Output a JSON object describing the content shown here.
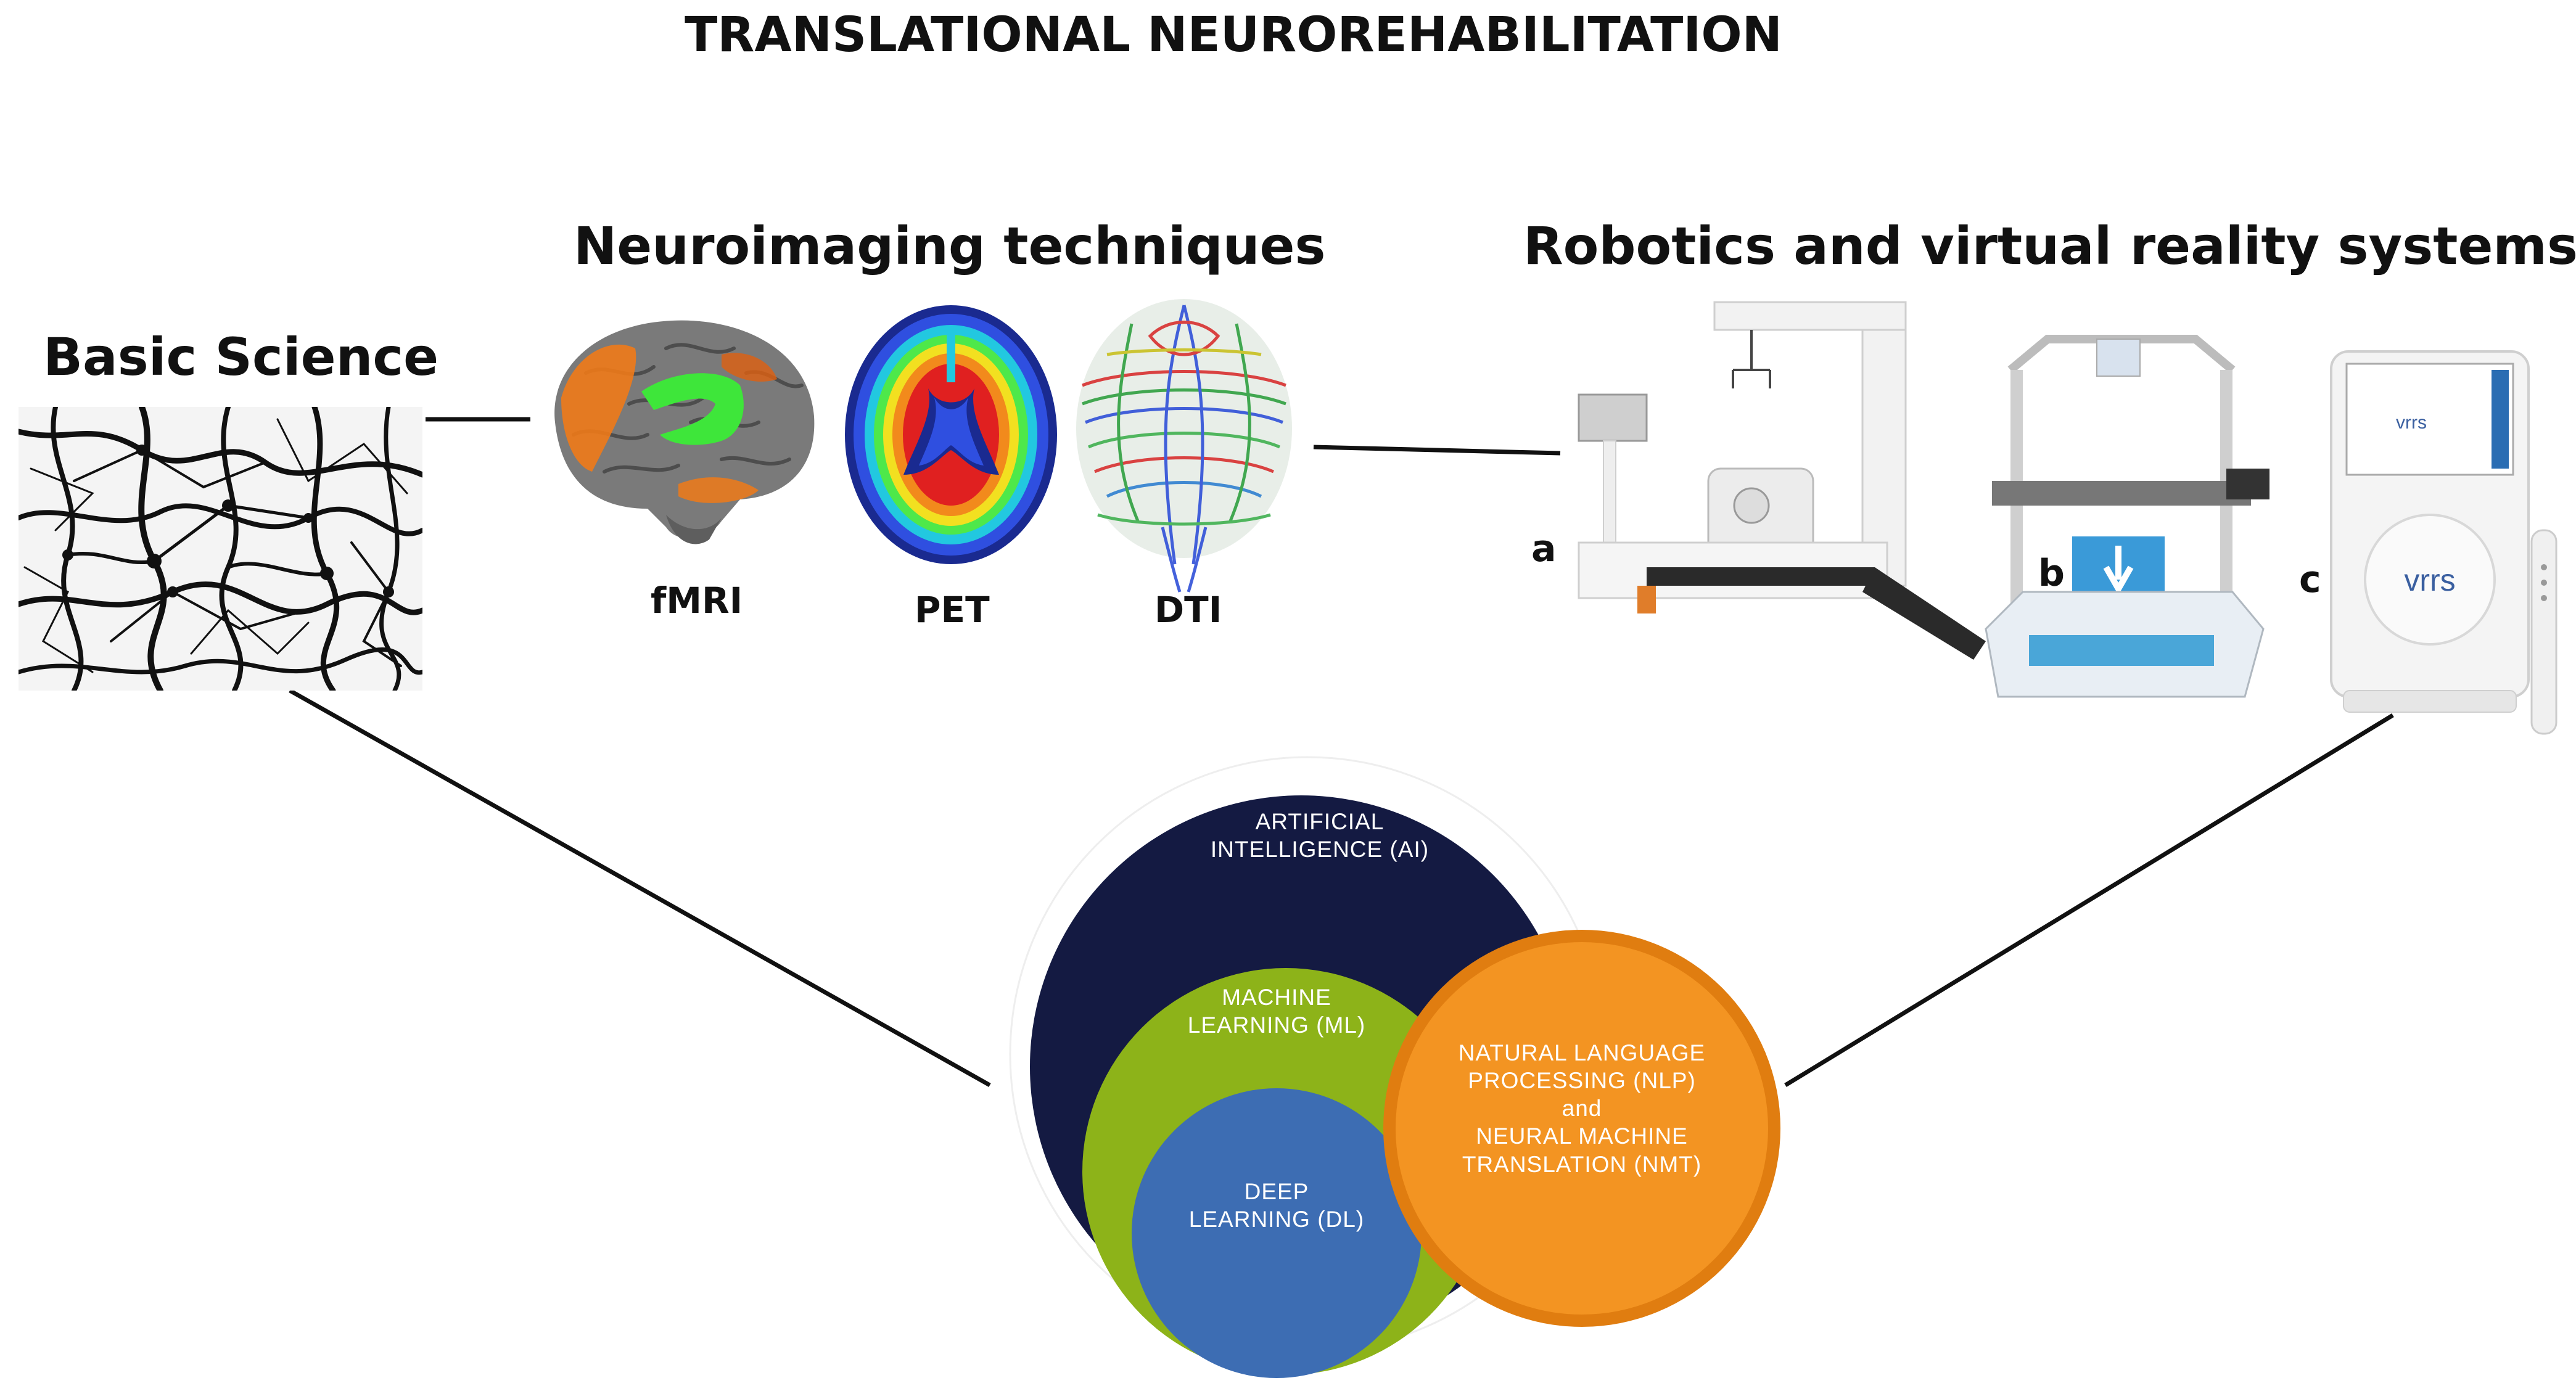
{
  "title": "TRANSLATIONAL NEUROREHABILITATION",
  "sections": {
    "basic_science": "Basic Science",
    "neuroimaging": "Neuroimaging techniques",
    "robotics": "Robotics and virtual reality systems"
  },
  "imaging_labels": {
    "fmri": "fMRI",
    "pet": "PET",
    "dti": "DTI"
  },
  "device_labels": {
    "a": "a",
    "b": "b",
    "c": "c"
  },
  "device_screen_text": {
    "vrrs": "vrrs"
  },
  "ai_diagram": {
    "ai_line1": "ARTIFICIAL",
    "ai_line2": "INTELLIGENCE (AI)",
    "ml_line1": "MACHINE",
    "ml_line2": "LEARNING (ML)",
    "dl_line1": "DEEP",
    "dl_line2": "LEARNING (DL)",
    "nlp_line1": "NATURAL LANGUAGE",
    "nlp_line2": "PROCESSING  (NLP)",
    "nlp_and": "and",
    "nmt_line1": "NEURAL MACHINE",
    "nmt_line2": "TRANSLATION (NMT)"
  },
  "colors": {
    "ai": "#141a42",
    "ml": "#8db319",
    "dl": "#3d6db3",
    "nlp": "#f39422",
    "nlp_ring": "#e07d10"
  }
}
